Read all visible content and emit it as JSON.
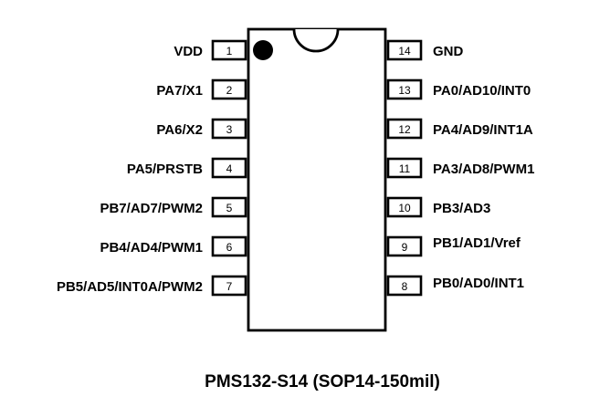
{
  "caption": "PMS132-S14 (SOP14-150mil)",
  "left_pins": [
    {
      "number": "1",
      "label": "VDD"
    },
    {
      "number": "2",
      "label": "PA7/X1"
    },
    {
      "number": "3",
      "label": "PA6/X2"
    },
    {
      "number": "4",
      "label": "PA5/PRSTB"
    },
    {
      "number": "5",
      "label": "PB7/AD7/PWM2"
    },
    {
      "number": "6",
      "label": "PB4/AD4/PWM1"
    },
    {
      "number": "7",
      "label": "PB5/AD5/INT0A/PWM2"
    }
  ],
  "right_pins": [
    {
      "number": "14",
      "label": "GND"
    },
    {
      "number": "13",
      "label": "PA0/AD10/INT0"
    },
    {
      "number": "12",
      "label": "PA4/AD9/INT1A"
    },
    {
      "number": "11",
      "label": "PA3/AD8/PWM1"
    },
    {
      "number": "10",
      "label": "PB3/AD3"
    },
    {
      "number": "9",
      "label": "PB1/AD1/Vref"
    },
    {
      "number": "8",
      "label": "PB0/AD0/INT1"
    }
  ]
}
